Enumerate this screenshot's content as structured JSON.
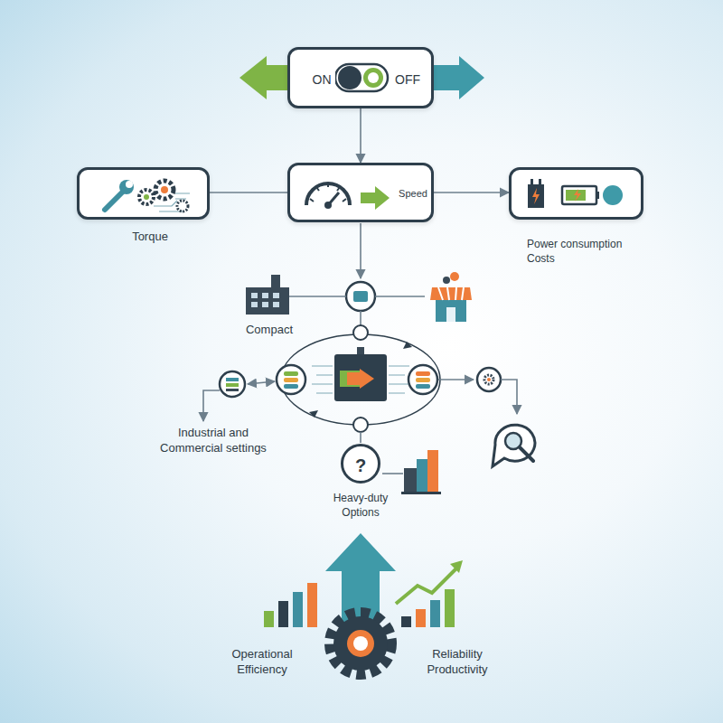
{
  "diagram": {
    "nodes": [
      {
        "text": [
          "ON",
          "OFF"
        ]
      },
      {
        "text": [
          "Speed"
        ]
      },
      {
        "text": [
          "Torque"
        ]
      },
      {
        "text": [
          "Power consumption Costs"
        ]
      },
      {
        "text": [
          "?",
          "Heavy-duty Options"
        ]
      }
    ],
    "edges": [
      {
        "from": 0,
        "to": 1,
        "arrow": "to"
      },
      {
        "from": 1,
        "to": 2,
        "arrow": "none"
      },
      {
        "from": 1,
        "to": 3,
        "arrow": "to"
      }
    ],
    "labels": [
      "Compact",
      "Industrial and Commercial settings",
      "Operational Efficiency",
      "Reliability Productivity"
    ]
  }
}
